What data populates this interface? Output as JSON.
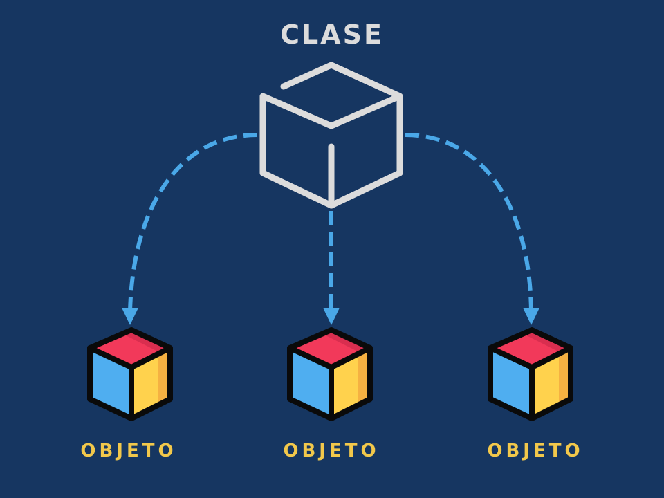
{
  "diagram": {
    "class_label": "CLASE",
    "objects": [
      {
        "label": "OBJETO"
      },
      {
        "label": "OBJETO"
      },
      {
        "label": "OBJETO"
      }
    ]
  },
  "colors": {
    "background": "#163661",
    "class_outline": "#dcdcdc",
    "arrow": "#4aa8e8",
    "object_outline": "#0a0a0a",
    "object_top": "#f2395a",
    "object_left": "#4faef0",
    "object_right": "#ffd24d",
    "object_label": "#f2c84b"
  },
  "icons": {
    "class": "outline-cube-icon",
    "object": "colored-cube-icon"
  }
}
